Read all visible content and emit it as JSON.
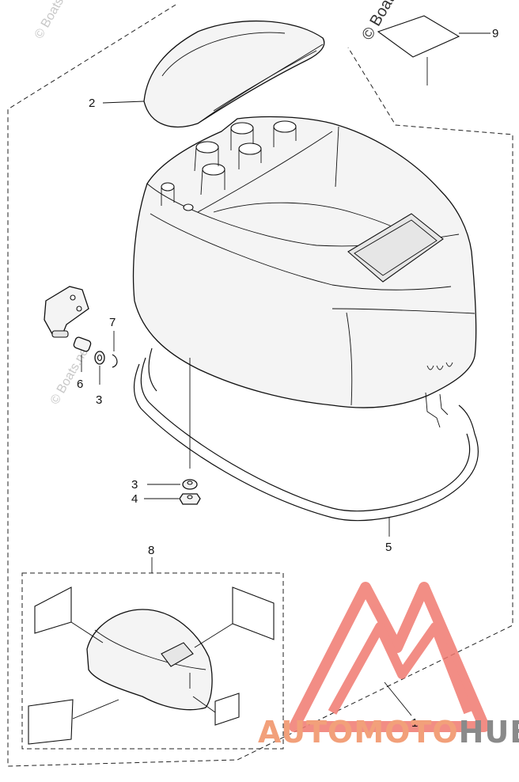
{
  "watermarks": {
    "top": "© Boats.net",
    "repeat": "© Boats.net"
  },
  "callouts": {
    "c1": "1",
    "c2": "2",
    "c3a": "3",
    "c3b": "3",
    "c4": "4",
    "c5": "5",
    "c6": "6",
    "c7": "7",
    "c8": "8",
    "c9": "9"
  },
  "logo": {
    "part1": "AUTO",
    "part2": "MOTO",
    "part3": "HUB",
    "color_auto": "#f2a07a",
    "color_moto": "#f2a07a",
    "color_hub": "#8a8a8a",
    "triangle_color": "#f07a70"
  }
}
